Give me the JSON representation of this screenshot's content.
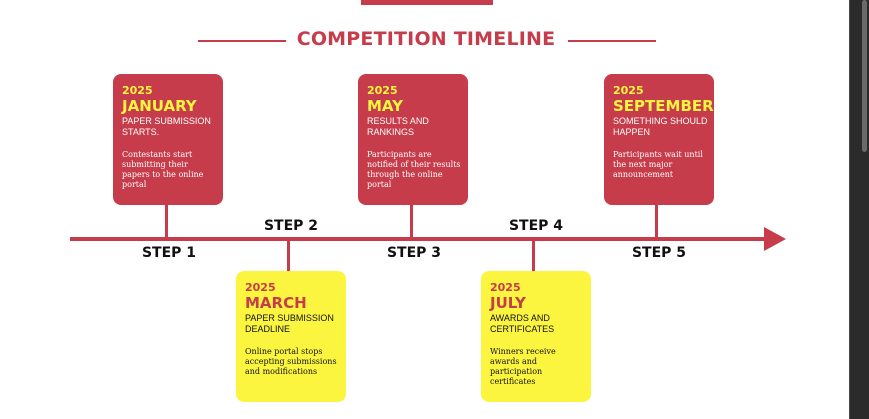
{
  "title": "COMPETITION TIMELINE",
  "colors": {
    "accent": "#c73c4a",
    "highlight": "#fbf540",
    "background": "#ffffff",
    "text": "#111111"
  },
  "steps": [
    {
      "label": "STEP 1",
      "year": "2025",
      "month": "JANUARY",
      "heading": "PAPER SUBMISSION STARTS.",
      "description": "Contestants start submitting their papers to the online portal",
      "card_color": "red",
      "position": "above"
    },
    {
      "label": "STEP 2",
      "year": "2025",
      "month": "MARCH",
      "heading": "PAPER SUBMISSION DEADLINE",
      "description": "Online portal stops accepting submissions and modifications",
      "card_color": "yellow",
      "position": "below"
    },
    {
      "label": "STEP 3",
      "year": "2025",
      "month": "MAY",
      "heading": "RESULTS AND RANKINGS",
      "description": "Participants are notified of their results through the online portal",
      "card_color": "red",
      "position": "above"
    },
    {
      "label": "STEP 4",
      "year": "2025",
      "month": "JULY",
      "heading": "AWARDS AND CERTIFICATES",
      "description": "Winners receive awards and participation certificates",
      "card_color": "yellow",
      "position": "below"
    },
    {
      "label": "STEP 5",
      "year": "2025",
      "month": "SEPTEMBER",
      "heading": "SOMETHING SHOULD HAPPEN",
      "description": "Participants wait until the next major announcement",
      "card_color": "red",
      "position": "above"
    }
  ]
}
